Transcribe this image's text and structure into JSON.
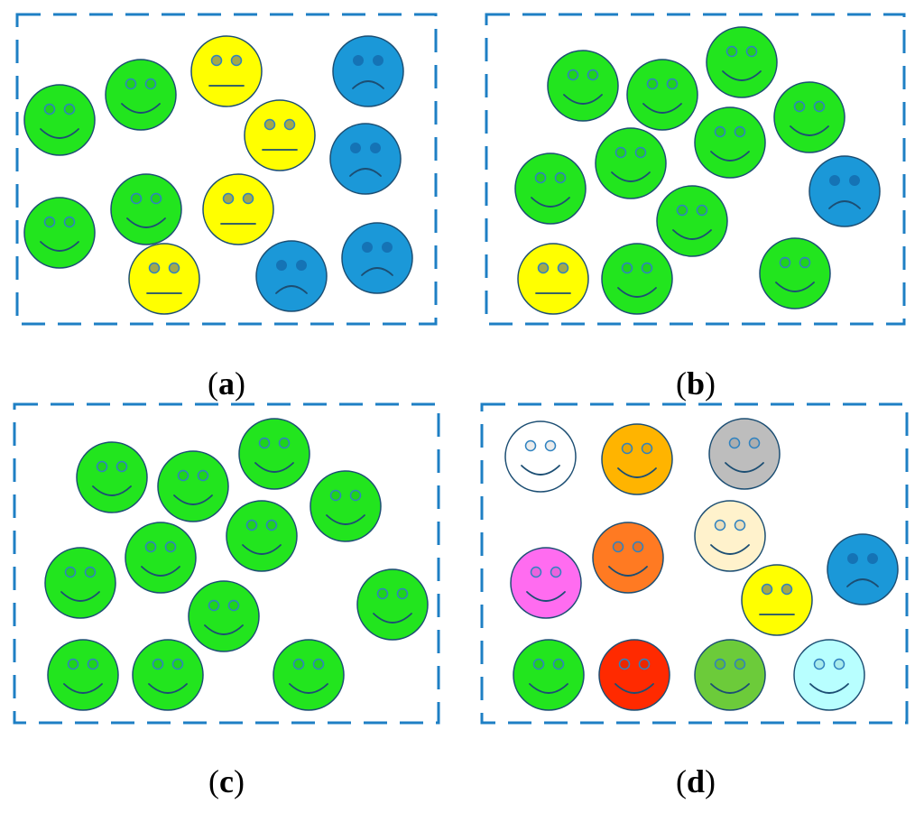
{
  "colors": {
    "border": "#1E7FC4",
    "outline": "#1C4E73",
    "eye_ring": "#2F82C0",
    "mouth": "#1C4E73"
  },
  "panels": [
    {
      "id": "a",
      "caption": {
        "open": "(",
        "letter": "a",
        "close": ")"
      },
      "faces": [
        {
          "mood": "happy",
          "fill": "#22E51E"
        },
        {
          "mood": "happy",
          "fill": "#22E51E"
        },
        {
          "mood": "neutral",
          "fill": "#FFFF00"
        },
        {
          "mood": "sad",
          "fill": "#1B98D8"
        },
        {
          "mood": "neutral",
          "fill": "#FFFF00"
        },
        {
          "mood": "sad",
          "fill": "#1B98D8"
        },
        {
          "mood": "happy",
          "fill": "#22E51E"
        },
        {
          "mood": "happy",
          "fill": "#22E51E"
        },
        {
          "mood": "neutral",
          "fill": "#FFFF00"
        },
        {
          "mood": "neutral",
          "fill": "#FFFF00"
        },
        {
          "mood": "sad",
          "fill": "#1B98D8"
        },
        {
          "mood": "sad",
          "fill": "#1B98D8"
        }
      ]
    },
    {
      "id": "b",
      "caption": {
        "open": "(",
        "letter": "b",
        "close": ")"
      },
      "faces": [
        {
          "mood": "happy",
          "fill": "#22E51E"
        },
        {
          "mood": "happy",
          "fill": "#22E51E"
        },
        {
          "mood": "happy",
          "fill": "#22E51E"
        },
        {
          "mood": "happy",
          "fill": "#22E51E"
        },
        {
          "mood": "happy",
          "fill": "#22E51E"
        },
        {
          "mood": "happy",
          "fill": "#22E51E"
        },
        {
          "mood": "happy",
          "fill": "#22E51E"
        },
        {
          "mood": "sad",
          "fill": "#1B98D8"
        },
        {
          "mood": "happy",
          "fill": "#22E51E"
        },
        {
          "mood": "neutral",
          "fill": "#FFFF00"
        },
        {
          "mood": "happy",
          "fill": "#22E51E"
        },
        {
          "mood": "happy",
          "fill": "#22E51E"
        }
      ]
    },
    {
      "id": "c",
      "caption": {
        "open": "(",
        "letter": "c",
        "close": ")"
      },
      "faces": [
        {
          "mood": "happy",
          "fill": "#22E51E"
        },
        {
          "mood": "happy",
          "fill": "#22E51E"
        },
        {
          "mood": "happy",
          "fill": "#22E51E"
        },
        {
          "mood": "happy",
          "fill": "#22E51E"
        },
        {
          "mood": "happy",
          "fill": "#22E51E"
        },
        {
          "mood": "happy",
          "fill": "#22E51E"
        },
        {
          "mood": "happy",
          "fill": "#22E51E"
        },
        {
          "mood": "happy",
          "fill": "#22E51E"
        },
        {
          "mood": "happy",
          "fill": "#22E51E"
        },
        {
          "mood": "happy",
          "fill": "#22E51E"
        },
        {
          "mood": "happy",
          "fill": "#22E51E"
        },
        {
          "mood": "happy",
          "fill": "#22E51E"
        }
      ]
    },
    {
      "id": "d",
      "caption": {
        "open": "(",
        "letter": "d",
        "close": ")"
      },
      "faces": [
        {
          "mood": "happy",
          "fill": "#FFFFFF"
        },
        {
          "mood": "happy",
          "fill": "#FFB400"
        },
        {
          "mood": "happy",
          "fill": "#BDBDBD"
        },
        {
          "mood": "happy",
          "fill": "#FFF2CC"
        },
        {
          "mood": "happy",
          "fill": "#FF6CF0"
        },
        {
          "mood": "happy",
          "fill": "#FF7A22"
        },
        {
          "mood": "neutral",
          "fill": "#FFFF00"
        },
        {
          "mood": "sad",
          "fill": "#1B98D8"
        },
        {
          "mood": "happy",
          "fill": "#22E51E"
        },
        {
          "mood": "happy",
          "fill": "#FF2A00"
        },
        {
          "mood": "happy",
          "fill": "#6CCB3A"
        },
        {
          "mood": "happy",
          "fill": "#B8FFFF"
        }
      ]
    }
  ]
}
